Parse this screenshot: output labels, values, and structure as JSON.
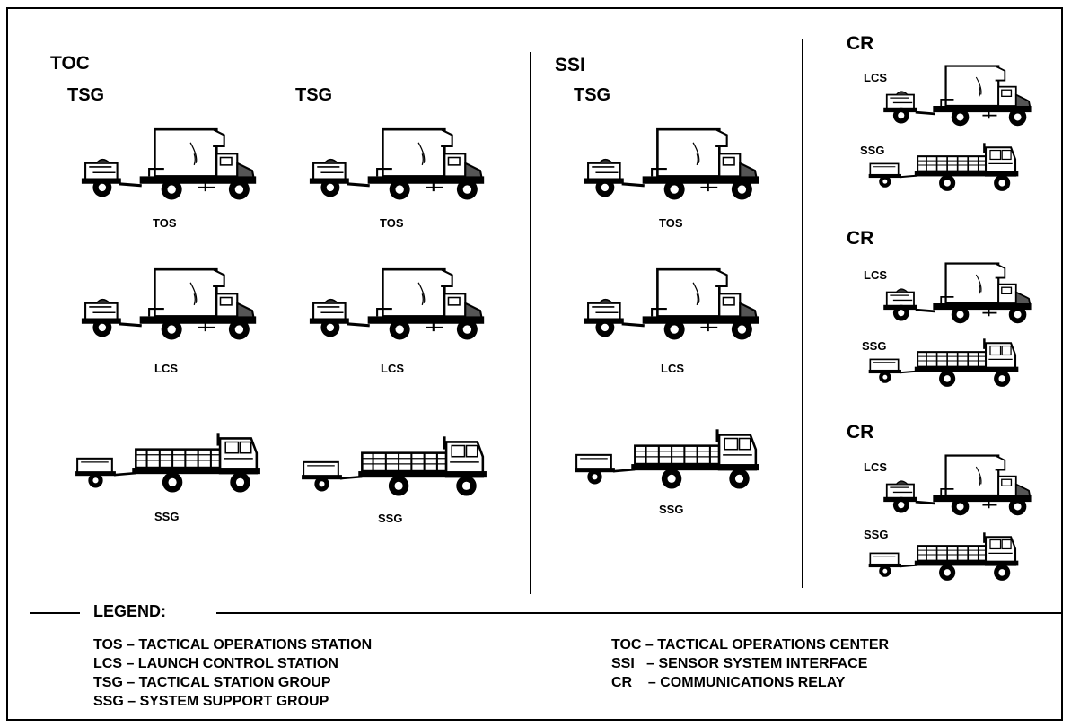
{
  "toc": {
    "label": "TOC",
    "groups": [
      {
        "label": "TSG",
        "vehicles": [
          "TOS",
          "LCS",
          "SSG"
        ]
      },
      {
        "label": "TSG",
        "vehicles": [
          "TOS",
          "LCS",
          "SSG"
        ]
      }
    ]
  },
  "ssi": {
    "label": "SSI",
    "groups": [
      {
        "label": "TSG",
        "vehicles": [
          "TOS",
          "LCS",
          "SSG"
        ]
      }
    ]
  },
  "relays": [
    {
      "label": "CR",
      "vehicles": [
        "LCS",
        "SSG"
      ]
    },
    {
      "label": "CR",
      "vehicles": [
        "LCS",
        "SSG"
      ]
    },
    {
      "label": "CR",
      "vehicles": [
        "LCS",
        "SSG"
      ]
    }
  ],
  "legend": {
    "title": "LEGEND:",
    "left": [
      "TOS – TACTICAL OPERATIONS STATION",
      "LCS – LAUNCH CONTROL STATION",
      "TSG – TACTICAL STATION GROUP",
      "SSG – SYSTEM SUPPORT GROUP"
    ],
    "right": [
      "TOC – TACTICAL OPERATIONS CENTER",
      "SSI   – SENSOR SYSTEM INTERFACE",
      "CR    – COMMUNICATIONS RELAY"
    ]
  }
}
